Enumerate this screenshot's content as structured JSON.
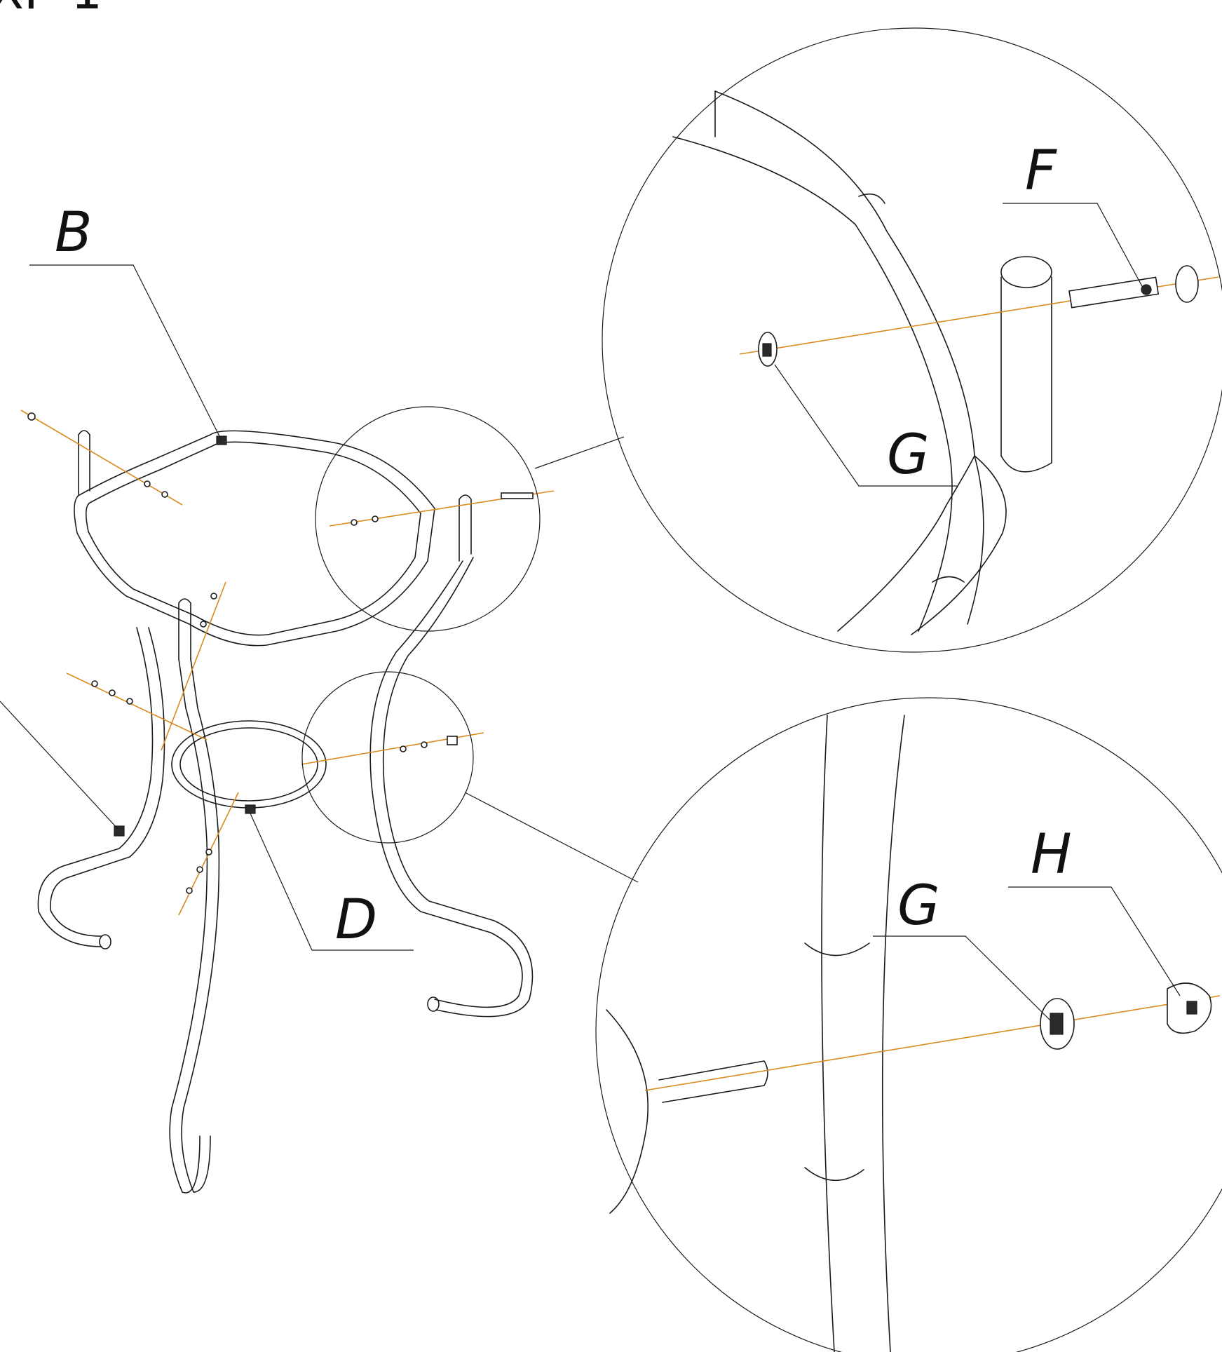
{
  "labels": {
    "b": "B",
    "d": "D",
    "f": "F",
    "g_top": "G",
    "g_bottom": "G",
    "h": "H"
  },
  "colors": {
    "line": "#1a1a1a",
    "axis": "#d98a1c",
    "background": "#ffffff"
  }
}
